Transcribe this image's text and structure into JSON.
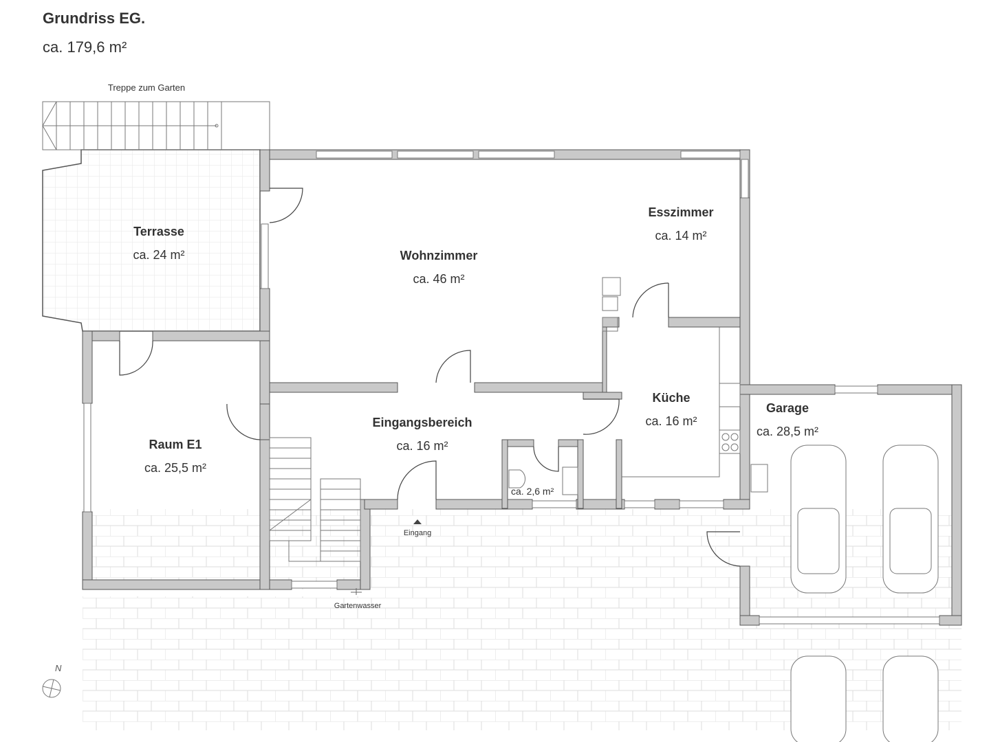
{
  "header": {
    "title": "Grundriss EG.",
    "total_area": "ca. 179,6 m²"
  },
  "rooms": [
    {
      "name": "Terrasse",
      "area": "ca. 24 m²"
    },
    {
      "name": "Wohnzimmer",
      "area": "ca. 46 m²"
    },
    {
      "name": "Esszimmer",
      "area": "ca. 14 m²"
    },
    {
      "name": "Küche",
      "area": "ca. 16 m²"
    },
    {
      "name": "Garage",
      "area": "ca. 28,5 m²"
    },
    {
      "name": "Raum E1",
      "area": "ca. 25,5 m²"
    },
    {
      "name": "Eingangsbereich",
      "area": "ca. 16 m²"
    },
    {
      "name": "",
      "area": "ca. 2,6 m²"
    }
  ],
  "annotations": {
    "stairs": "Treppe zum Garten",
    "entrance": "Eingang",
    "garden_water": "Gartenwasser",
    "north": "N"
  },
  "colors": {
    "wall_fill": "#c9c9c9",
    "wall_stroke": "#555555",
    "line": "#666666",
    "paving": "#dddddd"
  }
}
